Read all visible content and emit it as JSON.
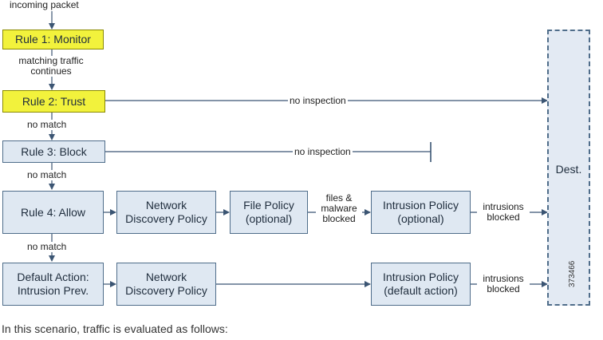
{
  "diagram": {
    "top_label": "incoming packet",
    "rule1": "Rule 1: Monitor",
    "rule1_note_line1": "matching traffic",
    "rule1_note_line2": "continues",
    "rule2": "Rule 2: Trust",
    "rule2_no_inspection": "no inspection",
    "no_match_1": "no match",
    "rule3": "Rule 3: Block",
    "rule3_no_inspection": "no inspection",
    "no_match_2": "no match",
    "rule4": "Rule 4: Allow",
    "network_discovery_line1": "Network",
    "network_discovery_line2": "Discovery Policy",
    "file_policy_line1": "File Policy",
    "file_policy_line2": "(optional)",
    "files_blocked_line1": "files &",
    "files_blocked_line2": "malware",
    "files_blocked_line3": "blocked",
    "intrusion_optional_line1": "Intrusion Policy",
    "intrusion_optional_line2": "(optional)",
    "intrusions_blocked_line1": "intrusions",
    "intrusions_blocked_line2": "blocked",
    "no_match_3": "no match",
    "default_line1": "Default Action:",
    "default_line2": "Intrusion Prev.",
    "network_discovery2_line1": "Network",
    "network_discovery2_line2": "Discovery Policy",
    "intrusion_default_line1": "Intrusion Policy",
    "intrusion_default_line2": "(default action)",
    "intrusions_blocked2_line1": "intrusions",
    "intrusions_blocked2_line2": "blocked",
    "dest": "Dest.",
    "figure_id": "373466"
  },
  "caption": "In this scenario, traffic is evaluated as follows:"
}
